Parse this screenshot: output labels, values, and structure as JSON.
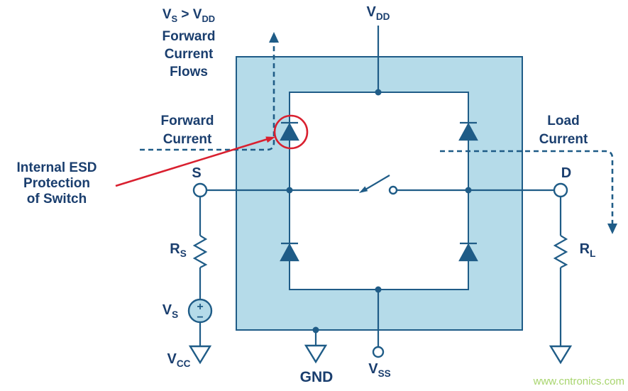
{
  "colors": {
    "line": "#1f5c87",
    "text": "#1a3e6e",
    "box_fill": "#b5dbe9",
    "highlight_red": "#d9202f",
    "watermark": "#a8d56e"
  },
  "annotations": {
    "condition": {
      "v1": "V",
      "v1_sub": "S",
      "op": " > ",
      "v2": "V",
      "v2_sub": "DD",
      "lines": [
        "Forward",
        "Current",
        "Flows"
      ]
    },
    "forward_current": {
      "line1": "Forward",
      "line2": "Current"
    },
    "esd_note": {
      "line1": "Internal ESD",
      "line2": "Protection",
      "line3": "of Switch"
    },
    "load_current": {
      "line1": "Load",
      "line2": "Current"
    }
  },
  "labels": {
    "vdd": {
      "base": "V",
      "sub": "DD"
    },
    "vss": {
      "base": "V",
      "sub": "SS"
    },
    "gnd": "GND",
    "source_s": "S",
    "drain_d": "D",
    "rs": {
      "base": "R",
      "sub": "S"
    },
    "rl": {
      "base": "R",
      "sub": "L"
    },
    "vs": {
      "base": "V",
      "sub": "S"
    },
    "vcc": {
      "base": "V",
      "sub": "CC"
    },
    "plus": "+",
    "minus": "−"
  },
  "watermark": "www.cntronics.com"
}
